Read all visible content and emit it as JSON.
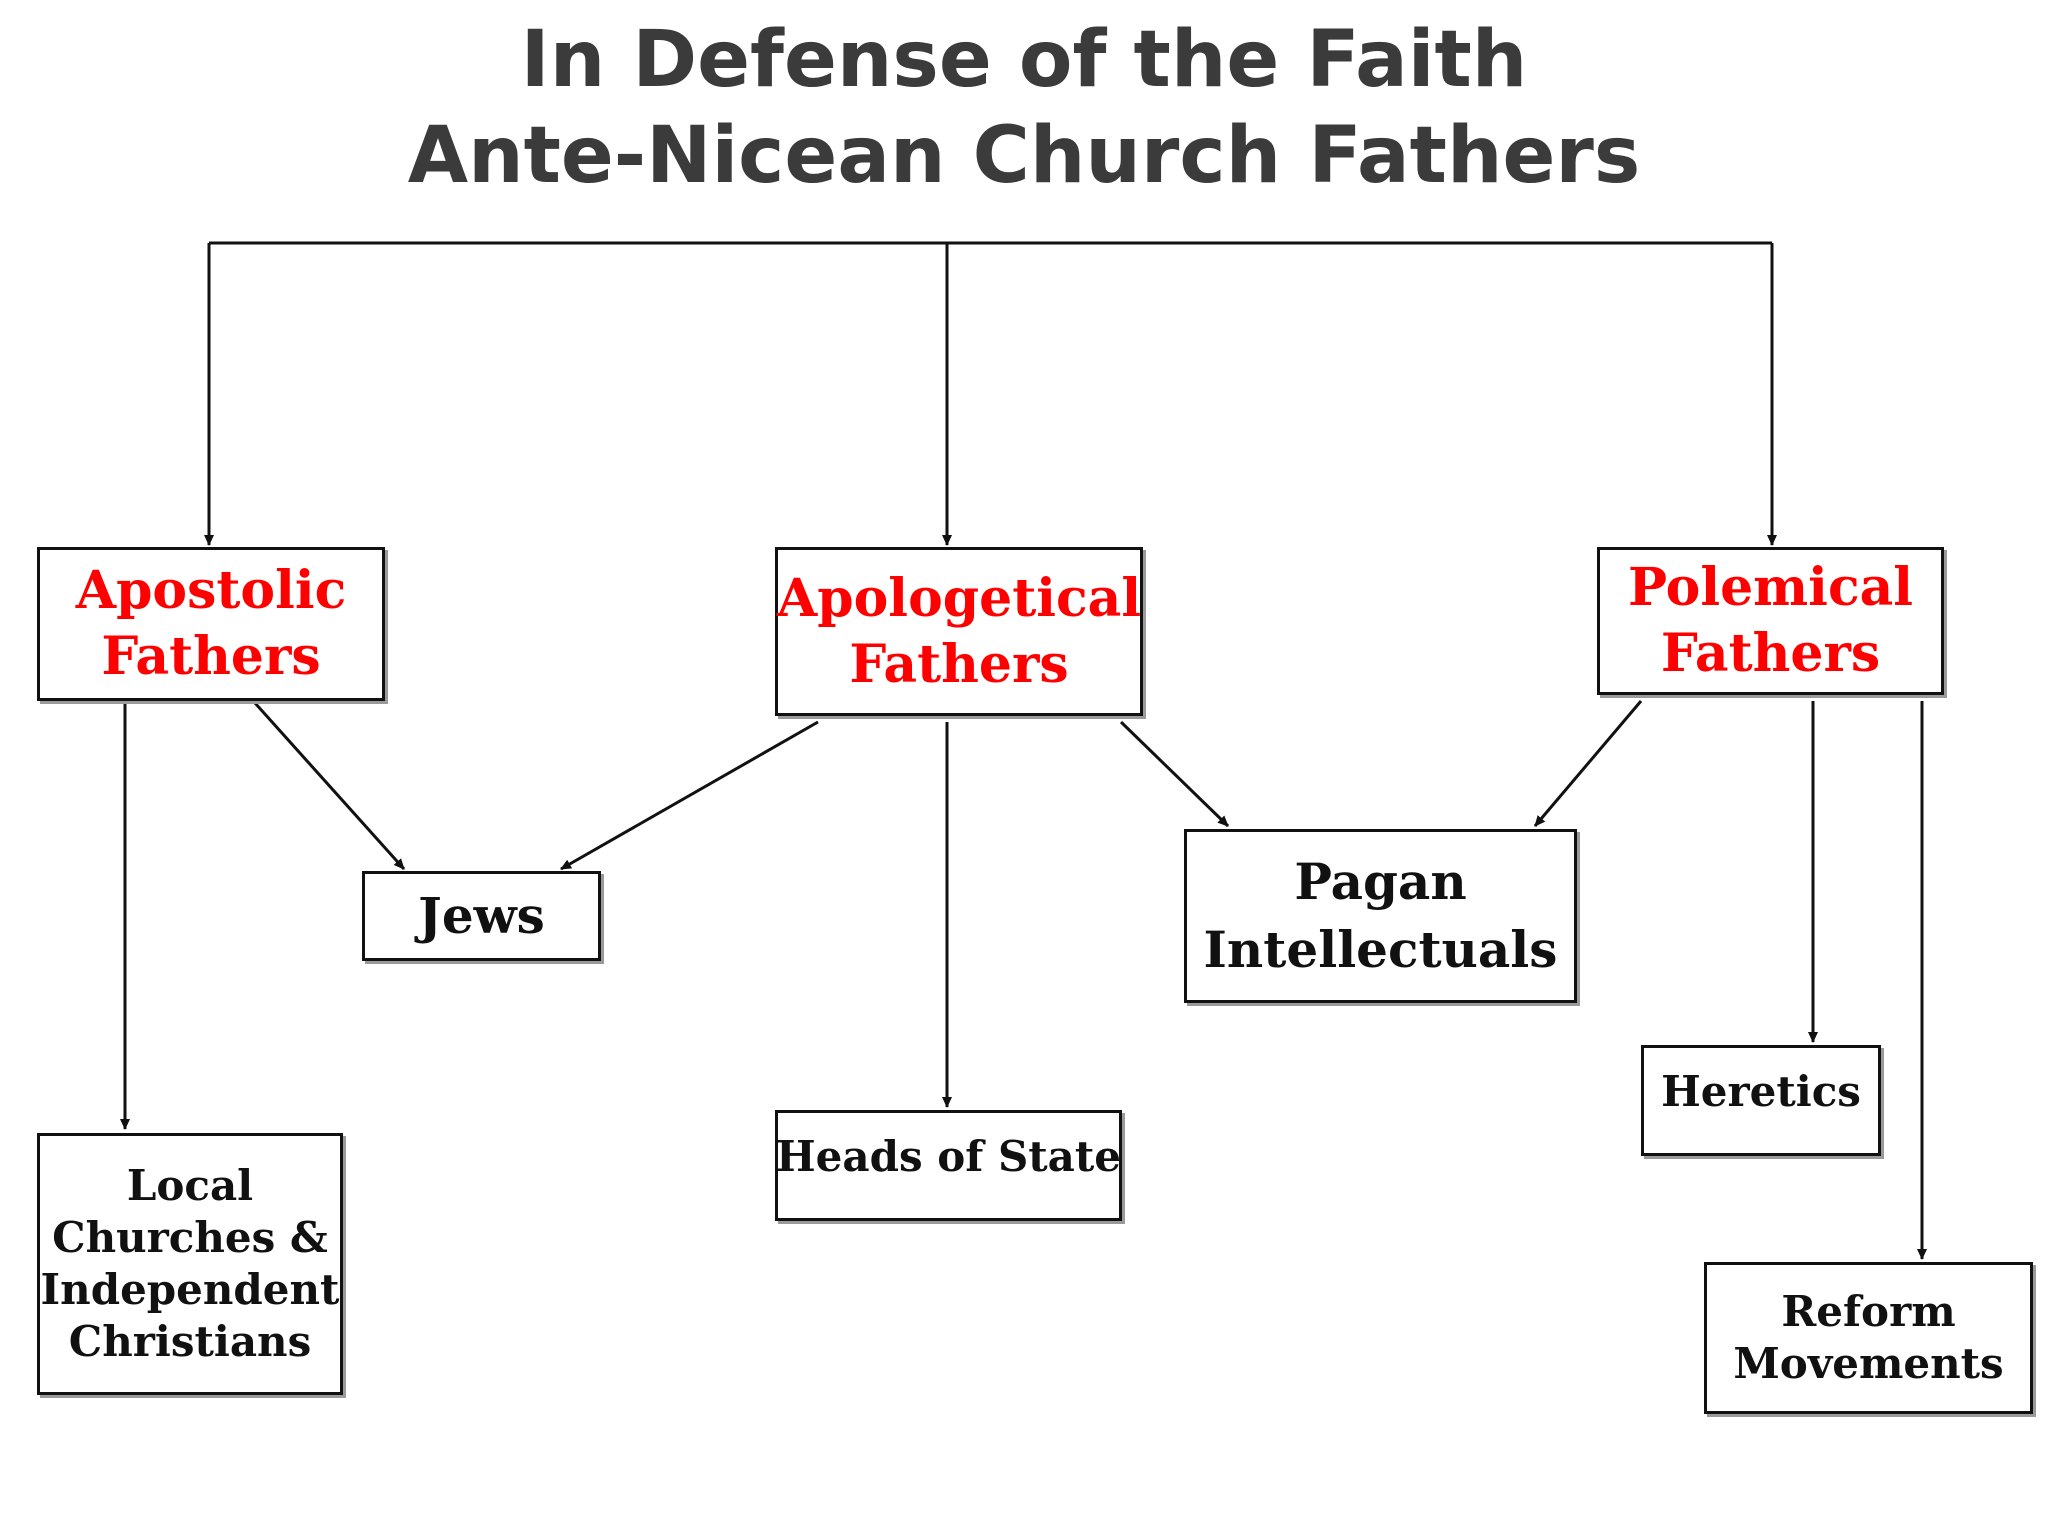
{
  "title": {
    "line1": "In Defense of the Faith",
    "line2": "Ante-Nicean Church Fathers"
  },
  "nodes": {
    "apostolic": {
      "line1": "Apostolic",
      "line2": "Fathers"
    },
    "apologetical": {
      "line1": "Apologetical",
      "line2": "Fathers"
    },
    "polemical": {
      "line1": "Polemical",
      "line2": "Fathers"
    },
    "jews": {
      "line1": "Jews"
    },
    "pagan": {
      "line1": "Pagan",
      "line2": "Intellectuals"
    },
    "local": {
      "line1": "Local",
      "line2": "Churches &",
      "line3": "Independent",
      "line4": "Christians"
    },
    "heads": {
      "line1": "Heads of State"
    },
    "heretics": {
      "line1": "Heretics"
    },
    "reform": {
      "line1": "Reform",
      "line2": "Movements"
    }
  },
  "edges": [
    [
      "root",
      "apostolic"
    ],
    [
      "root",
      "apologetical"
    ],
    [
      "root",
      "polemical"
    ],
    [
      "apostolic",
      "local"
    ],
    [
      "apostolic",
      "jews"
    ],
    [
      "apologetical",
      "jews"
    ],
    [
      "apologetical",
      "heads"
    ],
    [
      "apologetical",
      "pagan"
    ],
    [
      "polemical",
      "pagan"
    ],
    [
      "polemical",
      "heretics"
    ],
    [
      "polemical",
      "reform"
    ]
  ],
  "colors": {
    "father_text": "#ff0000",
    "target_text": "#111111",
    "title_text": "#3b3b3b"
  }
}
